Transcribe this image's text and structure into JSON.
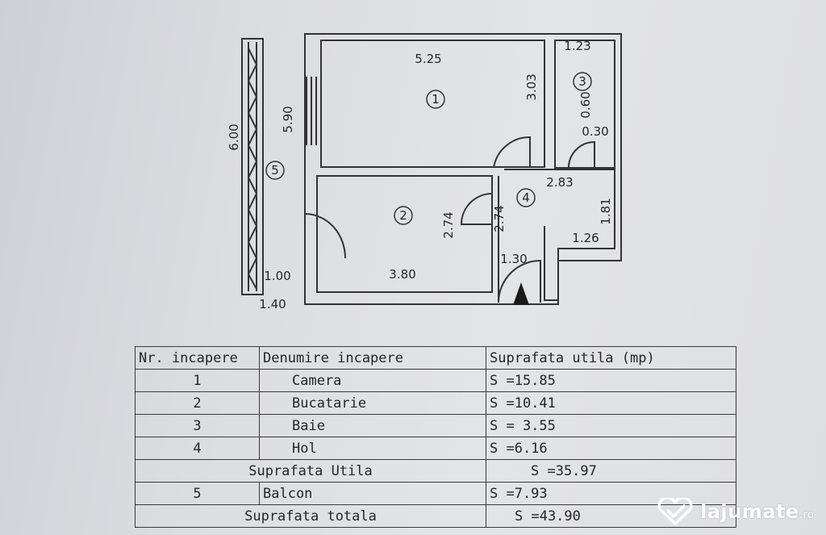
{
  "plan": {
    "dimensions": {
      "top_room_width": "5.25",
      "top_room_height": "3.03",
      "bath_width": "1.23",
      "bath_depth": "0.60",
      "bath_step": "0.30",
      "balcony_total": "6.00",
      "balcony_inner": "5.90",
      "hall_width": "2.83",
      "hall_side": "1.81",
      "hall_small": "1.26",
      "kitchen_height": "2.74",
      "hall_height": "2.74",
      "kitchen_width": "3.80",
      "entry_width": "1.30",
      "balcony_end": "1.00",
      "balcony_width": "1.40"
    },
    "room_markers": [
      "1",
      "2",
      "3",
      "4",
      "5"
    ]
  },
  "table": {
    "headers": [
      "Nr. incapere",
      "Denumire incapere",
      "Suprafata utila (mp)"
    ],
    "rows": [
      {
        "nr": "1",
        "name": "Camera",
        "area": "S =15.85"
      },
      {
        "nr": "2",
        "name": "Bucatarie",
        "area": "S =10.41"
      },
      {
        "nr": "3",
        "name": "Baie",
        "area": "S = 3.55"
      },
      {
        "nr": "4",
        "name": "Hol",
        "area": "S =6.16"
      }
    ],
    "useful_label": "Suprafata Utila",
    "useful_value": "S =35.97",
    "balcony": {
      "nr": "5",
      "name": "Balcon",
      "area": "S =7.93"
    },
    "total_label": "Suprafata totala",
    "total_value": "S =43.90"
  },
  "watermark": {
    "brand": "lajumate",
    "tld": ".ro",
    "icon": "heart-check-icon"
  }
}
